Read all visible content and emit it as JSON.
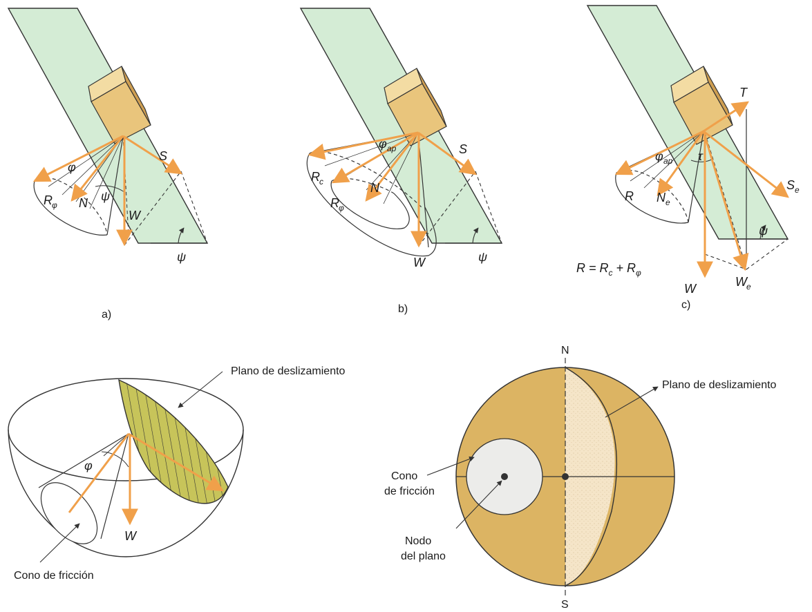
{
  "panels": {
    "a": {
      "caption": "a)",
      "labels": {
        "S": "S",
        "W": "W",
        "N": "N",
        "R": "R",
        "R_sub": "φ",
        "phi": "φ",
        "psi": "ψ",
        "psi_angle": "ψ"
      }
    },
    "b": {
      "caption": "b)",
      "labels": {
        "S": "S",
        "W": "W",
        "N": "N",
        "Rc": "R",
        "Rc_sub": "c",
        "Rphi": "R",
        "Rphi_sub": "φ",
        "phi": "φ",
        "phi_sub": "ap",
        "psi_angle": "ψ"
      }
    },
    "c": {
      "caption": "c)",
      "labels": {
        "T": "T",
        "W": "W",
        "We": "W",
        "We_sub": "e",
        "Se": "S",
        "Se_sub": "e",
        "Ne": "N",
        "Ne_sub": "e",
        "R": "R",
        "phi": "φ",
        "phi_sub": "ap",
        "tau": "τ",
        "psi_angle": "ψ"
      },
      "equation": {
        "lhs": "R = R",
        "c_sub": "c",
        "plus": " + R",
        "phi_sub": "φ"
      }
    }
  },
  "hemisphere": {
    "label_plane": "Plano de deslizamiento",
    "label_cone": "Cono de fricción",
    "phi": "φ",
    "W": "W"
  },
  "stereonet": {
    "north": "N",
    "south": "S",
    "label_plane": "Plano de deslizamiento",
    "label_cone_1": "Cono",
    "label_cone_2": "de fricción",
    "label_node_1": "Nodo",
    "label_node_2": "del plano"
  },
  "colors": {
    "plane": "#d4ecd5",
    "block_front": "#e9c57c",
    "block_top": "#f3dca3",
    "block_side": "#cf9f52",
    "arrow": "#f0a04a",
    "net_fill": "#dcb463",
    "net_light": "#f5e5c8",
    "cone_fill": "#ececea",
    "hatch": "#c7c45a"
  }
}
